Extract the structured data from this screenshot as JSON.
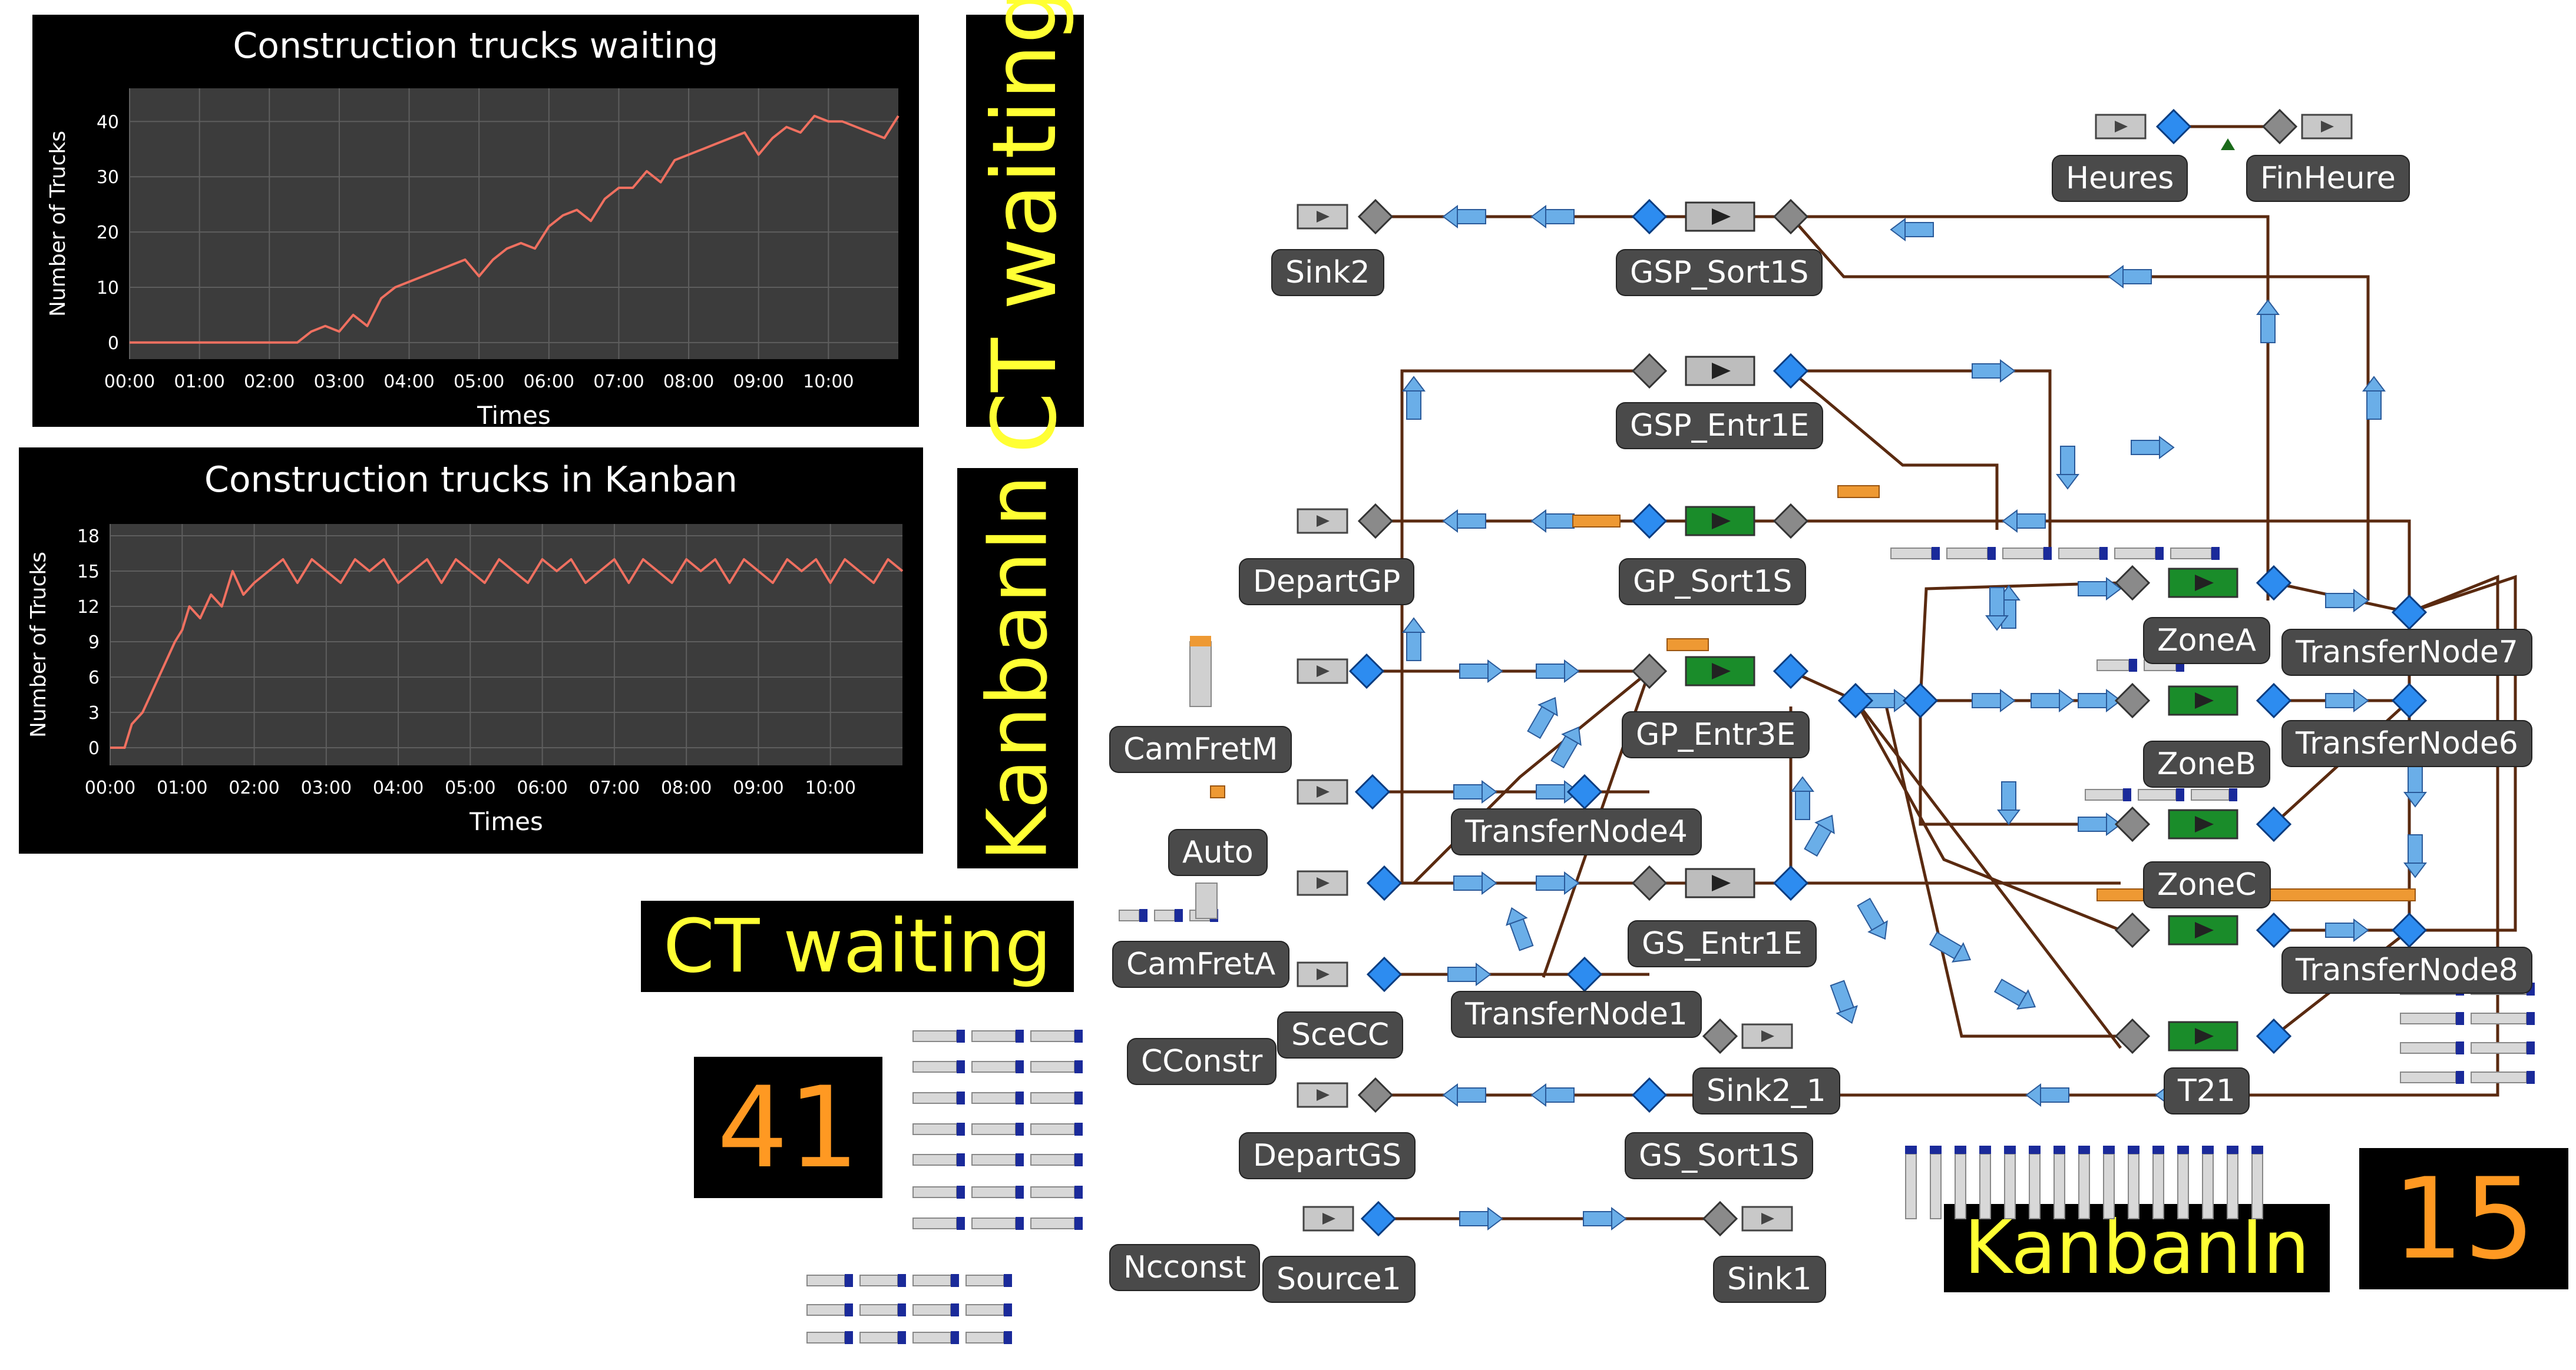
{
  "colors": {
    "chart_bg": "#3c3c3c",
    "chart_line": "#f07060",
    "yellow": "#ffff33",
    "orange": "#ff9922",
    "diamond_blue": "#2d8cf0",
    "diamond_gray": "#8a8a8a",
    "server_green": "#1a8c2a",
    "path_brown": "#5a2a10",
    "arrow_blue": "#6aaee8"
  },
  "charts": {
    "waiting": {
      "title": "Construction trucks waiting",
      "xlabel": "Times",
      "ylabel": "Number of Trucks"
    },
    "kanban": {
      "title": "Construction trucks in Kanban",
      "xlabel": "Times",
      "ylabel": "Number of Trucks"
    }
  },
  "chart_data": [
    {
      "type": "line",
      "title": "Construction trucks waiting",
      "xlabel": "Times",
      "ylabel": "Number of Trucks",
      "x_ticks": [
        "00:00",
        "01:00",
        "02:00",
        "03:00",
        "04:00",
        "05:00",
        "06:00",
        "07:00",
        "08:00",
        "09:00",
        "10:00"
      ],
      "y_ticks": [
        0,
        10,
        20,
        30,
        40
      ],
      "xlim": [
        0,
        11
      ],
      "ylim": [
        -3,
        46
      ],
      "grid": true,
      "series": [
        {
          "x": [
            0,
            0.5,
            1,
            1.5,
            2,
            2.4,
            2.6,
            2.8,
            3.0,
            3.2,
            3.4,
            3.6,
            3.8,
            4.0,
            4.2,
            4.4,
            4.6,
            4.8,
            5.0,
            5.2,
            5.4,
            5.6,
            5.8,
            6.0,
            6.2,
            6.4,
            6.6,
            6.8,
            7.0,
            7.2,
            7.4,
            7.6,
            7.8,
            8.0,
            8.2,
            8.4,
            8.6,
            8.8,
            9.0,
            9.2,
            9.4,
            9.6,
            9.8,
            10.0,
            10.2,
            10.4,
            10.6,
            10.8,
            11.0
          ],
          "y": [
            0,
            0,
            0,
            0,
            0,
            0,
            2,
            3,
            2,
            5,
            3,
            8,
            10,
            11,
            12,
            13,
            14,
            15,
            12,
            15,
            17,
            18,
            17,
            21,
            23,
            24,
            22,
            26,
            28,
            28,
            31,
            29,
            33,
            34,
            35,
            36,
            37,
            38,
            34,
            37,
            39,
            38,
            41,
            40,
            40,
            39,
            38,
            37,
            41
          ]
        }
      ]
    },
    {
      "type": "line",
      "title": "Construction trucks in Kanban",
      "xlabel": "Times",
      "ylabel": "Number of Trucks",
      "x_ticks": [
        "00:00",
        "01:00",
        "02:00",
        "03:00",
        "04:00",
        "05:00",
        "06:00",
        "07:00",
        "08:00",
        "09:00",
        "10:00"
      ],
      "y_ticks": [
        0,
        3,
        6,
        9,
        12,
        15,
        18
      ],
      "xlim": [
        0,
        11
      ],
      "ylim": [
        -1.5,
        19
      ],
      "grid": true,
      "series": [
        {
          "x": [
            0,
            0.2,
            0.3,
            0.45,
            0.6,
            0.75,
            0.9,
            1.0,
            1.1,
            1.25,
            1.4,
            1.55,
            1.7,
            1.85,
            2.0,
            2.2,
            2.4,
            2.6,
            2.8,
            3.0,
            3.2,
            3.4,
            3.6,
            3.8,
            4.0,
            4.2,
            4.4,
            4.6,
            4.8,
            5.0,
            5.2,
            5.4,
            5.6,
            5.8,
            6.0,
            6.2,
            6.4,
            6.6,
            6.8,
            7.0,
            7.2,
            7.4,
            7.6,
            7.8,
            8.0,
            8.2,
            8.4,
            8.6,
            8.8,
            9.0,
            9.2,
            9.4,
            9.6,
            9.8,
            10.0,
            10.2,
            10.4,
            10.6,
            10.8,
            11.0
          ],
          "y": [
            0,
            0,
            2,
            3,
            5,
            7,
            9,
            10,
            12,
            11,
            13,
            12,
            15,
            13,
            14,
            15,
            16,
            14,
            16,
            15,
            14,
            16,
            15,
            16,
            14,
            15,
            16,
            14,
            16,
            15,
            14,
            16,
            15,
            14,
            16,
            15,
            16,
            14,
            15,
            16,
            14,
            16,
            15,
            14,
            16,
            15,
            16,
            14,
            16,
            15,
            14,
            16,
            15,
            16,
            14,
            16,
            15,
            14,
            16,
            15
          ]
        }
      ]
    }
  ],
  "overlays": {
    "ct_waiting_vertical": "CT waiting",
    "kanbanin_vertical": "KanbanIn",
    "ct_waiting_horizontal": "CT waiting",
    "kanbanin_horizontal": "KanbanIn",
    "count_waiting": "41",
    "count_kanban": "15"
  },
  "nodes": {
    "heures": "Heures",
    "finheure": "FinHeure",
    "sink2": "Sink2",
    "gsp_sort1s": "GSP_Sort1S",
    "gsp_entr1e": "GSP_Entr1E",
    "departgp": "DepartGP",
    "gp_sort1s": "GP_Sort1S",
    "zonea": "ZoneA",
    "transfernode7": "TransferNode7",
    "camfretm": "CamFretM",
    "gp_entr3e": "GP_Entr3E",
    "zoneb": "ZoneB",
    "transfernode6": "TransferNode6",
    "auto": "Auto",
    "transfernode4": "TransferNode4",
    "zonec": "ZoneC",
    "camfreta": "CamFretA",
    "gs_entr1e": "GS_Entr1E",
    "transfernode8": "TransferNode8",
    "scecc": "SceCC",
    "transfernode1": "TransferNode1",
    "cconstr": "CConstr",
    "sink2_1": "Sink2_1",
    "t21": "T21",
    "departgs": "DepartGS",
    "gs_sort1s": "GS_Sort1S",
    "ncconst": "Ncconst",
    "source1": "Source1",
    "sink1": "Sink1"
  }
}
